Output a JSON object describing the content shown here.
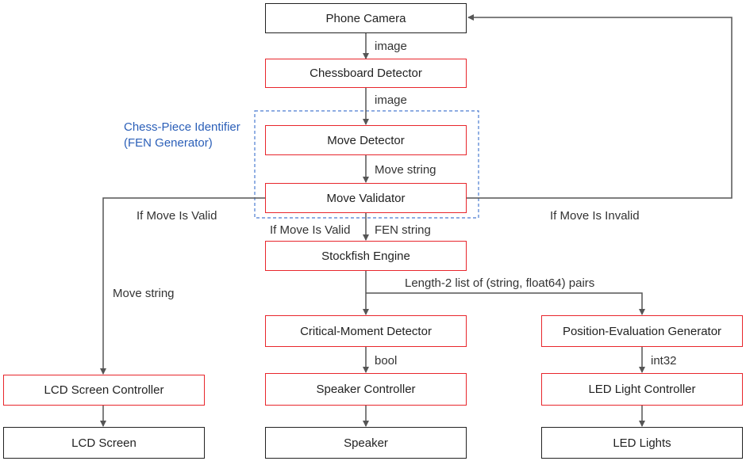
{
  "nodes": {
    "phone_camera": "Phone Camera",
    "chessboard_detector": "Chessboard Detector",
    "move_detector": "Move Detector",
    "move_validator": "Move Validator",
    "stockfish_engine": "Stockfish Engine",
    "critical_moment_detector": "Critical-Moment Detector",
    "position_evaluation_generator": "Position-Evaluation Generator",
    "lcd_screen_controller": "LCD Screen Controller",
    "speaker_controller": "Speaker Controller",
    "led_light_controller": "LED Light Controller",
    "lcd_screen": "LCD Screen",
    "speaker": "Speaker",
    "led_lights": "LED Lights"
  },
  "group": {
    "line1": "Chess-Piece Identifier",
    "line2": "(FEN Generator)"
  },
  "edges": {
    "camera_to_chessboard": "image",
    "chessboard_to_move_detector": "image",
    "move_detector_to_validator": "Move string",
    "valid_left": "If Move Is Valid",
    "valid_center": "If Move Is Valid",
    "fen_string": "FEN string",
    "invalid": "If Move Is Invalid",
    "move_string_lcd": "Move string",
    "eval_pairs": "Length-2 list of (string, float64) pairs",
    "bool": "bool",
    "int32": "int32"
  },
  "colors": {
    "controller_border": "#e8262c",
    "device_border": "#222222",
    "group_border": "#4a7bd0",
    "group_title": "#2b5fb8",
    "arrow": "#555555"
  }
}
